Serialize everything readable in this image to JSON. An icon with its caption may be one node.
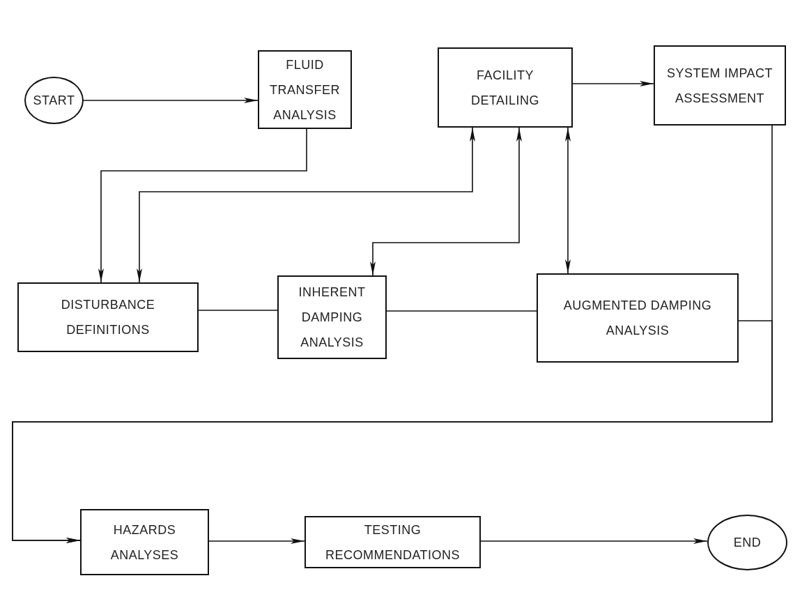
{
  "diagram": {
    "nodes": [
      {
        "text": [
          "START"
        ]
      },
      {
        "text": [
          "FLUID TRANSFER ANALYSIS"
        ]
      },
      {
        "text": [
          "FACILITY DETAILING"
        ]
      },
      {
        "text": [
          "SYSTEM IMPACT ASSESSMENT"
        ]
      },
      {
        "text": [
          "DISTURBANCE DEFINITIONS"
        ]
      },
      {
        "text": [
          "INHERENT DAMPING ANALYSIS"
        ]
      },
      {
        "text": [
          "AUGMENTED DAMPING ANALYSIS"
        ]
      },
      {
        "text": [
          "HAZARDS ANALYSES"
        ]
      },
      {
        "text": [
          "TESTING RECOMMENDATIONS"
        ]
      },
      {
        "text": [
          "END"
        ]
      }
    ],
    "edges": [
      {
        "from": 0,
        "to": 1,
        "arrow": "to"
      },
      {
        "from": 2,
        "to": 3,
        "arrow": "to"
      },
      {
        "from": 1,
        "to": 4,
        "arrow": "to"
      },
      {
        "from": 2,
        "to": 4,
        "arrow": "both"
      },
      {
        "from": 2,
        "to": 5,
        "arrow": "both"
      },
      {
        "from": 2,
        "to": 6,
        "arrow": "both"
      },
      {
        "from": 4,
        "to": 5,
        "arrow": "none"
      },
      {
        "from": 5,
        "to": 6,
        "arrow": "none"
      },
      {
        "from": 3,
        "to": 7,
        "arrow": "to"
      },
      {
        "from": 6,
        "to": 7,
        "arrow": "to"
      },
      {
        "from": 7,
        "to": 8,
        "arrow": "to"
      },
      {
        "from": 8,
        "to": 9,
        "arrow": "to"
      }
    ]
  }
}
